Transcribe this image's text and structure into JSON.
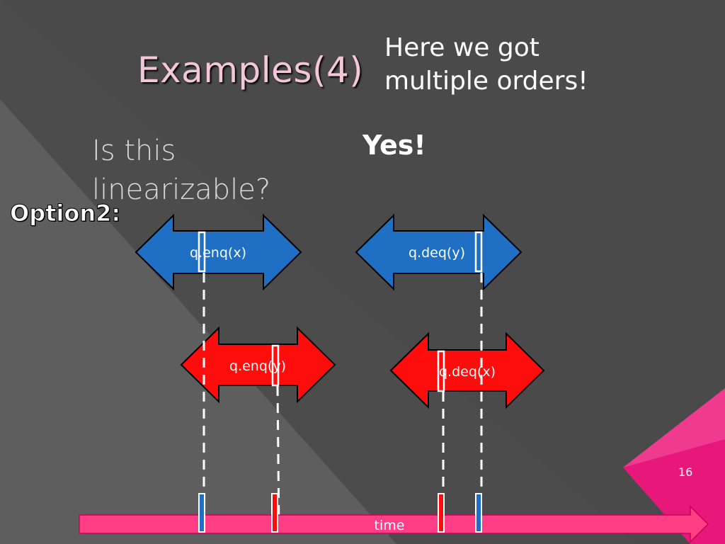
{
  "slide": {
    "title": "Examples(4)",
    "note": "Here we got multiple orders!",
    "question": "Is this linearizable?",
    "answer": "Yes!",
    "option_label": "Option2:",
    "page_number": "16"
  },
  "operations": [
    {
      "label": "q.enq(x)",
      "color": "#1f6fc5",
      "kind": "enq"
    },
    {
      "label": "q.deq(y)",
      "color": "#1f6fc5",
      "kind": "deq"
    },
    {
      "label": "q.enq(y)",
      "color": "#ff0d0d",
      "kind": "enq"
    },
    {
      "label": "q.deq(x)",
      "color": "#ff0d0d",
      "kind": "deq"
    }
  ],
  "timeline": {
    "label": "time",
    "color": "#ff3e86"
  },
  "colors": {
    "blue": "#1f6fc5",
    "red": "#ff0d0d",
    "accent": "#e8177a"
  }
}
